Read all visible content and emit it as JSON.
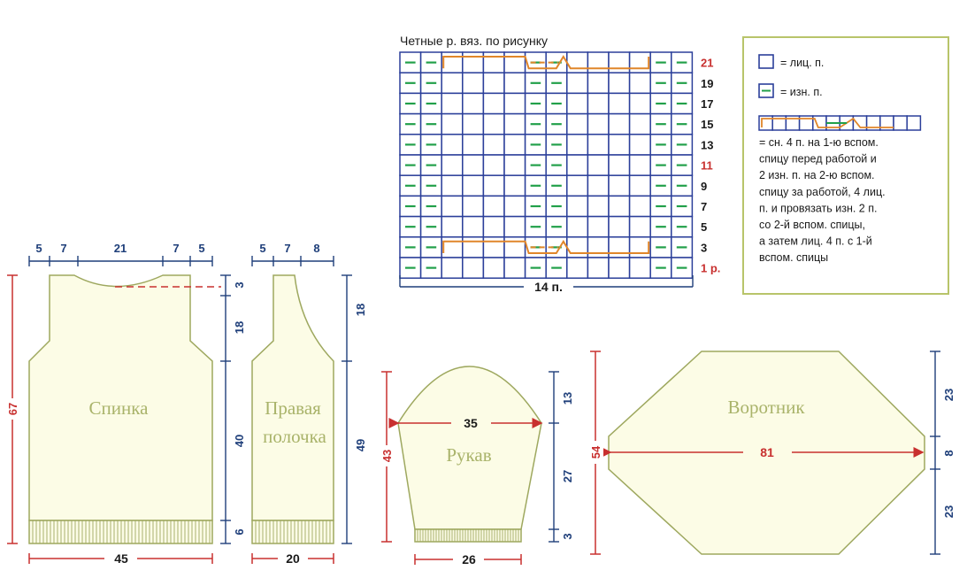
{
  "colors": {
    "blue": "#1f3f7a",
    "red": "#c8302f",
    "grid": "#2b3f9a",
    "stitch": "#22a04a",
    "cable": "#e0862a",
    "piece_fill": "#fcfce6",
    "piece_stroke": "#9ea85f",
    "legend_border": "#b8c46a"
  },
  "chart": {
    "caption": "Четные р. вяз. по рисунку",
    "width_label": "14 п.",
    "rows_labels": [
      {
        "label": "21",
        "color": "red"
      },
      {
        "label": "19",
        "color": "black"
      },
      {
        "label": "17",
        "color": "black"
      },
      {
        "label": "15",
        "color": "black"
      },
      {
        "label": "13",
        "color": "black"
      },
      {
        "label": "11",
        "color": "red"
      },
      {
        "label": "9",
        "color": "black"
      },
      {
        "label": "7",
        "color": "black"
      },
      {
        "label": "5",
        "color": "black"
      },
      {
        "label": "3",
        "color": "black"
      },
      {
        "label": "1 р.",
        "color": "red"
      }
    ]
  },
  "legend": {
    "knit_label": "= лиц. п.",
    "purl_label": "= изн. п.",
    "cable_lines": [
      "= сн. 4 п. на 1-ю вспом.",
      "спицу перед работой и",
      "2 изн. п. на 2-ю вспом.",
      "спицу за работой, 4 лиц.",
      "п. и провязать изн. 2 п.",
      "со 2-й вспом. спицы,",
      "а затем лиц. 4 п. с 1-й",
      "вспом. спицы"
    ]
  },
  "pieces": {
    "back": {
      "label": "Спинка",
      "top_dims": [
        "5",
        "7",
        "21",
        "7",
        "5"
      ],
      "height": "67",
      "right_dims": [
        "3",
        "18",
        "40",
        "6"
      ],
      "width": "45"
    },
    "front": {
      "label_line1": "Правая",
      "label_line2": "полочка",
      "top_dims": [
        "5",
        "7",
        "8"
      ],
      "upper": "18",
      "height": "49",
      "width": "20"
    },
    "sleeve": {
      "label": "Рукав",
      "height": "43",
      "width_top": "35",
      "right_dims": [
        "13",
        "27",
        "3"
      ],
      "width": "26"
    },
    "collar": {
      "label": "Воротник",
      "height": "54",
      "width": "81",
      "right_dims": [
        "23",
        "8",
        "23"
      ]
    }
  }
}
